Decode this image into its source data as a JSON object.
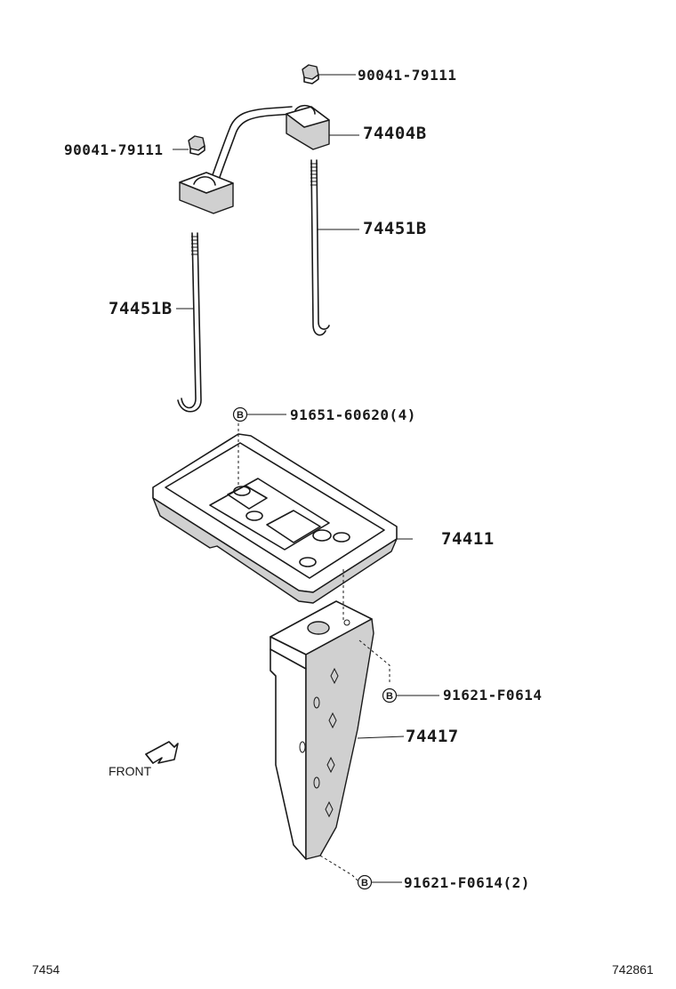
{
  "parts": {
    "nut_top": "90041-79111",
    "nut_left": "90041-79111",
    "clamp": "74404B",
    "rod_right": "74451B",
    "rod_left": "74451B",
    "bolt_tray": "91651-60620(4)",
    "tray": "74411",
    "bolt_bracket": "91621-F0614",
    "bracket": "74417",
    "bolt_bottom": "91621-F0614(2)"
  },
  "badge_letter": "B",
  "direction_label": "FRONT",
  "footer": {
    "left_code": "7454",
    "right_code": "742861"
  }
}
